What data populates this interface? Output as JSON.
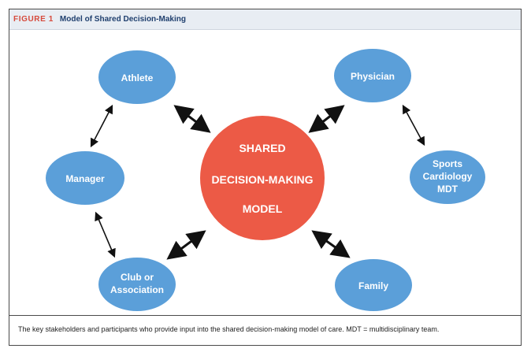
{
  "figure": {
    "label": "FIGURE 1",
    "title": "Model of Shared Decision-Making",
    "caption": "The key stakeholders and participants who provide input into the shared decision-making model of care. MDT = multidisciplinary team."
  },
  "diagram": {
    "center": {
      "lines": [
        "SHARED",
        "DECISION-MAKING",
        "MODEL"
      ]
    },
    "nodes": [
      {
        "id": "athlete",
        "lines": [
          "Athlete"
        ]
      },
      {
        "id": "physician",
        "lines": [
          "Physician"
        ]
      },
      {
        "id": "manager",
        "lines": [
          "Manager"
        ]
      },
      {
        "id": "sports-cardiology-mdt",
        "lines": [
          "Sports",
          "Cardiology",
          "MDT"
        ]
      },
      {
        "id": "club-or-association",
        "lines": [
          "Club or",
          "Association"
        ]
      },
      {
        "id": "family",
        "lines": [
          "Family"
        ]
      }
    ],
    "colors": {
      "center_fill": "#ec5a46",
      "node_fill": "#5b9fd9",
      "node_text": "#ffffff",
      "center_text": "#ffffff",
      "arrow": "#111111"
    }
  }
}
